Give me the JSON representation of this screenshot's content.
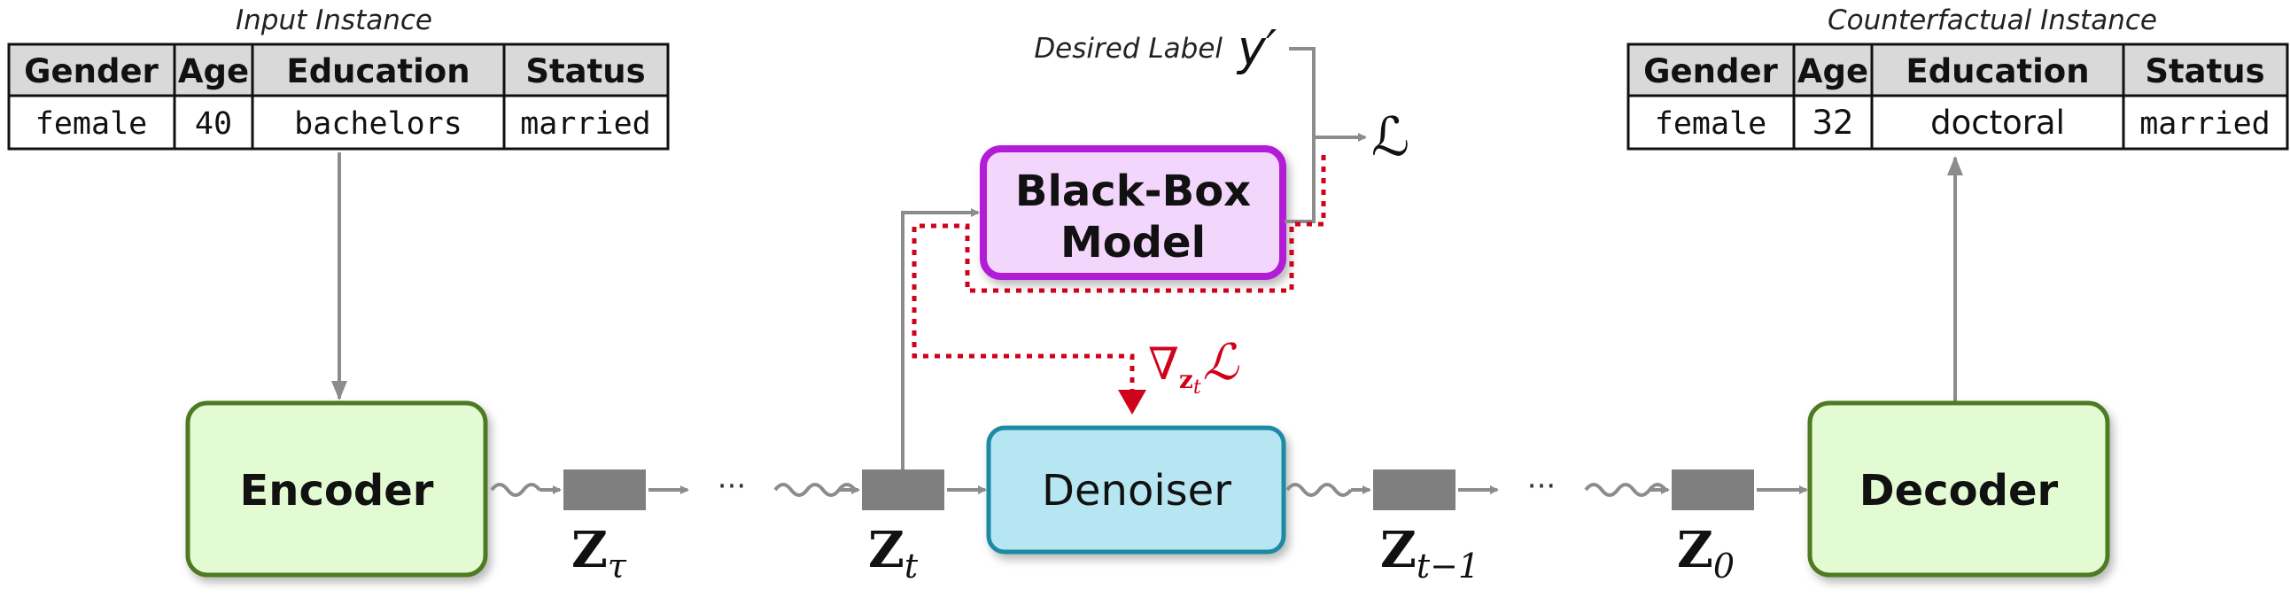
{
  "input_table": {
    "caption": "Input Instance",
    "headers": [
      "Gender",
      "Age",
      "Education",
      "Status"
    ],
    "row": [
      "female",
      "40",
      "bachelors",
      "married"
    ]
  },
  "counterfactual_table": {
    "caption": "Counterfactual Instance",
    "headers": [
      "Gender",
      "Age",
      "Education",
      "Status"
    ],
    "row": [
      "female",
      "32",
      "doctoral",
      "married"
    ]
  },
  "blackbox": {
    "line1": "Black-Box",
    "line2": "Model"
  },
  "desired_label": {
    "text": "Desired Label",
    "symbol": "y′"
  },
  "loss_symbol": "ℒ",
  "gradient": {
    "nabla": "∇",
    "sub_z": "z",
    "sub_t": "t",
    "loss": "ℒ"
  },
  "encoder": {
    "label": "Encoder"
  },
  "denoiser": {
    "label": "Denoiser"
  },
  "decoder": {
    "label": "Decoder"
  },
  "latents": [
    {
      "z": "Z",
      "sub": "τ"
    },
    {
      "z": "Z",
      "sub": "t"
    },
    {
      "z": "Z",
      "sub": "t−1"
    },
    {
      "z": "Z",
      "sub": "0"
    }
  ],
  "ellipsis": "···",
  "colors": {
    "encoder_fill": "#e3fbd2",
    "encoder_stroke": "#4d7a20",
    "denoiser_fill": "#b5e6f2",
    "denoiser_stroke": "#1d8aa3",
    "blackbox_fill": "#f3d6fb",
    "blackbox_stroke": "#b21bd6",
    "gradient": "#d0021b",
    "arrow": "#8c8c8c",
    "latent": "#7f7f7f"
  }
}
